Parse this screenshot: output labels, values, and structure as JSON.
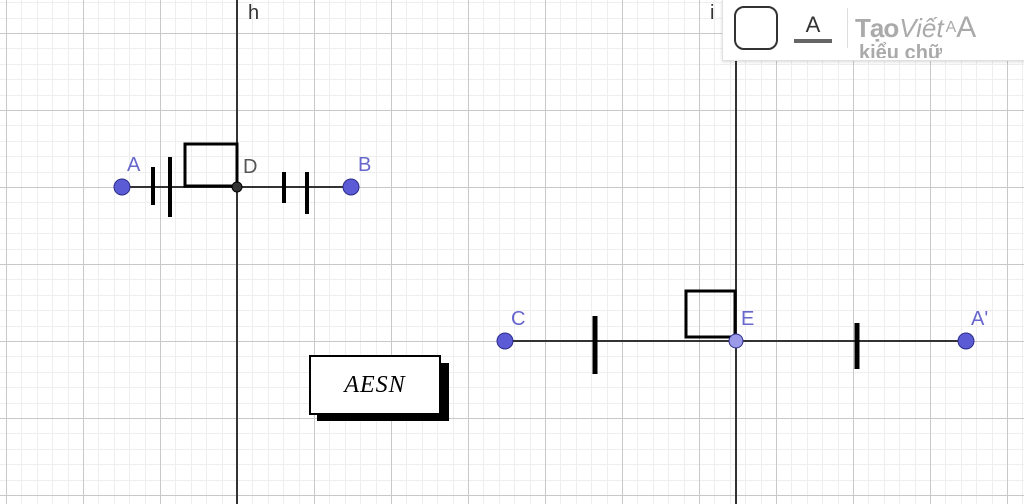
{
  "points": [
    {
      "id": "A",
      "label": "A"
    },
    {
      "id": "B",
      "label": "B"
    },
    {
      "id": "D",
      "label": "D"
    },
    {
      "id": "C",
      "label": "C"
    },
    {
      "id": "E",
      "label": "E"
    },
    {
      "id": "A_prime",
      "label": "A'"
    }
  ],
  "lines": {
    "h_label": "h",
    "i_label": "i"
  },
  "text_object": "AESN",
  "style_bar": {
    "text_color_glyph": "A",
    "text_style_line1_part1": "Tạo",
    "text_style_line1_part2": "Viết",
    "text_size_small": "A",
    "text_size_large": "A",
    "text_style_line2": "kiểu chữ"
  },
  "colors": {
    "point_fill": "#5b5bd6",
    "point_label": "#6666cc",
    "segment": "#333333",
    "grid_major": "#c8c8c8",
    "grid_minor": "#eeeeee"
  }
}
